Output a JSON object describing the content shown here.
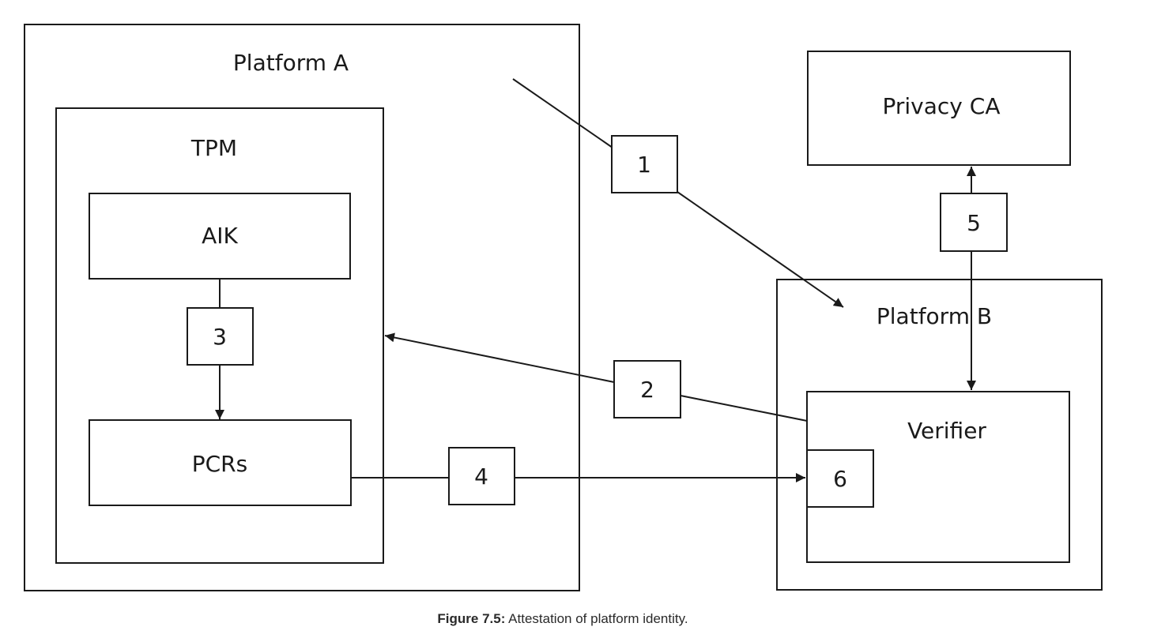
{
  "diagram": {
    "platform_a": "Platform A",
    "tpm": "TPM",
    "aik": "AIK",
    "pcrs": "PCRs",
    "privacy_ca": "Privacy CA",
    "platform_b": "Platform B",
    "verifier": "Verifier",
    "steps": [
      "1",
      "2",
      "3",
      "4",
      "5",
      "6"
    ]
  },
  "caption": {
    "label": "Figure 7.5:",
    "text": " Attestation of platform identity."
  },
  "colors": {
    "stroke": "#1a1a1a",
    "background": "#ffffff"
  }
}
